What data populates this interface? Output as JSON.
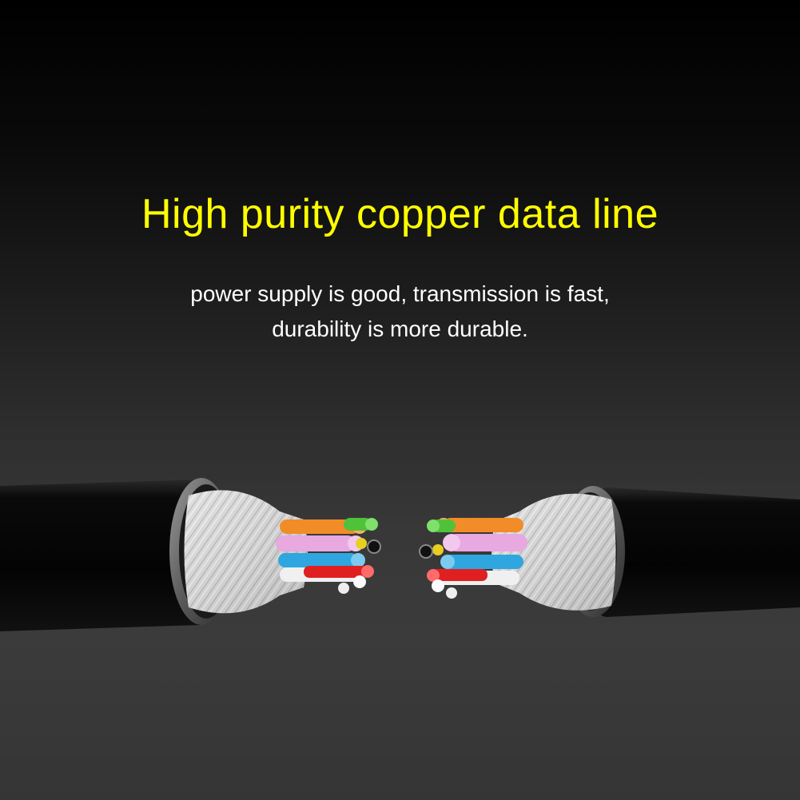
{
  "headline": "High purity copper data line",
  "subtext": {
    "line1": "power supply is good, transmission is fast,",
    "line2": "durability is more durable."
  },
  "colors": {
    "headline": "#ffff00",
    "subtext": "#ffffff",
    "background_top": "#000000",
    "background_bottom": "#3b3b3b",
    "cable_jacket": "#050505",
    "shield": "#d9d9d9"
  },
  "illustration": {
    "subject": "cable-cross-section",
    "wire_colors": [
      "#f28c28",
      "#4fc23a",
      "#e8a8e0",
      "#2fa6e0",
      "#e02020",
      "#f0f0f0",
      "#e8d020",
      "#111111"
    ]
  }
}
